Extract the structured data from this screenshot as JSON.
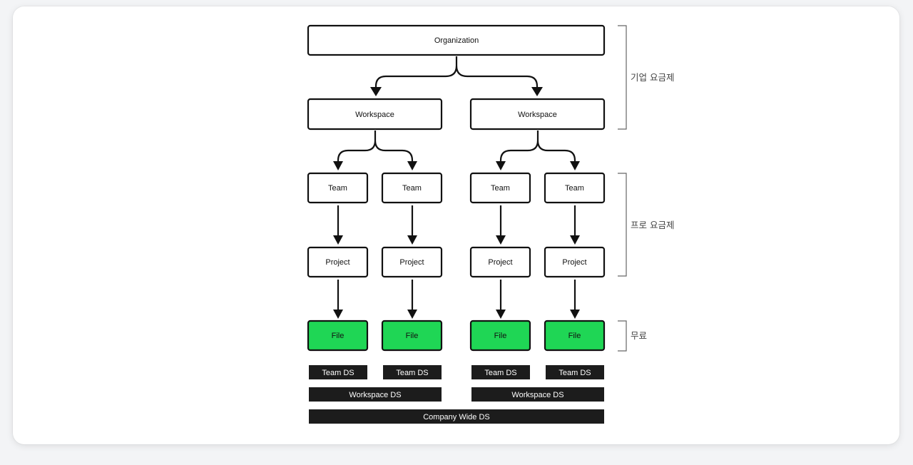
{
  "organization": {
    "label": "Organization"
  },
  "workspaces": [
    {
      "label": "Workspace"
    },
    {
      "label": "Workspace"
    }
  ],
  "teams": [
    {
      "label": "Team"
    },
    {
      "label": "Team"
    },
    {
      "label": "Team"
    },
    {
      "label": "Team"
    }
  ],
  "projects": [
    {
      "label": "Project"
    },
    {
      "label": "Project"
    },
    {
      "label": "Project"
    },
    {
      "label": "Project"
    }
  ],
  "files": [
    {
      "label": "File"
    },
    {
      "label": "File"
    },
    {
      "label": "File"
    },
    {
      "label": "File"
    }
  ],
  "design_systems": {
    "team": [
      "Team DS",
      "Team DS",
      "Team DS",
      "Team DS"
    ],
    "workspace": [
      "Workspace DS",
      "Workspace DS"
    ],
    "company": "Company Wide DS"
  },
  "tiers": {
    "enterprise": "기업 요금제",
    "pro": "프로 요금제",
    "free": "무료"
  },
  "colors": {
    "file_fill": "#1fd655",
    "node_fill": "#ffffff",
    "stroke": "#111111",
    "ds_bar": "#1c1c1c"
  }
}
